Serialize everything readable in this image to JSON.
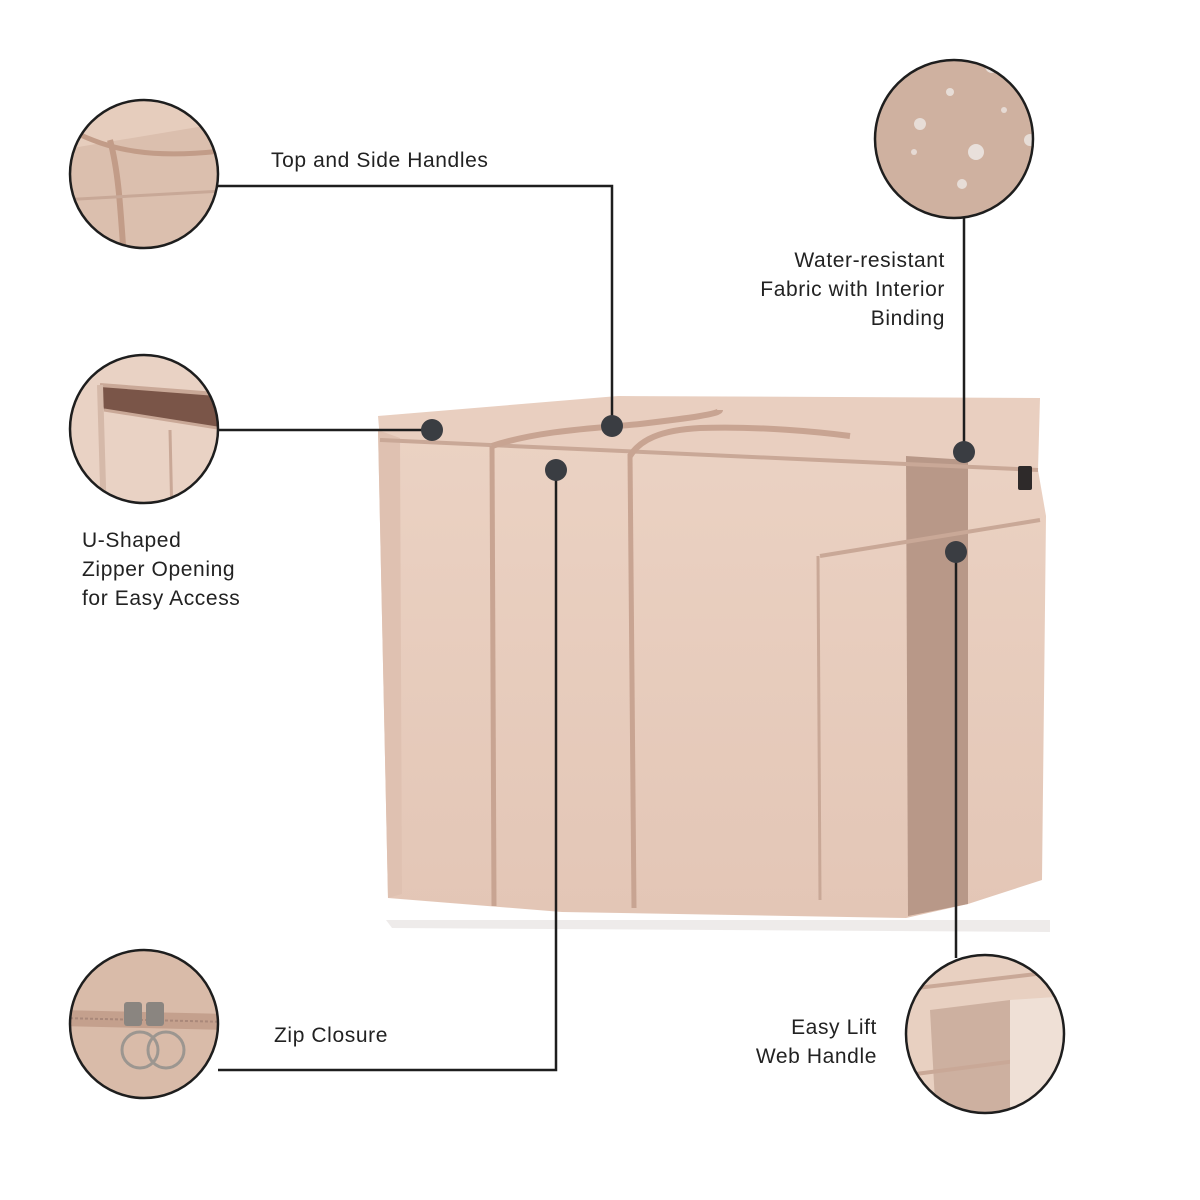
{
  "callouts": {
    "top_side_handles": "Top and Side Handles",
    "water_resistant": [
      "Water-resistant",
      "Fabric with Interior",
      "Binding"
    ],
    "u_shaped_zipper": [
      "U-Shaped",
      "Zipper Opening",
      "for Easy Access"
    ],
    "zip_closure": "Zip Closure",
    "easy_lift": [
      "Easy Lift",
      "Web Handle"
    ]
  },
  "colors": {
    "fabric": "#ecd3c5",
    "fabric_shade": "#dcbcab",
    "web_band": "#b89888",
    "strap": "#c8a492",
    "leader_line": "#1e1e1e",
    "marker_dot": "#3a3d42"
  }
}
